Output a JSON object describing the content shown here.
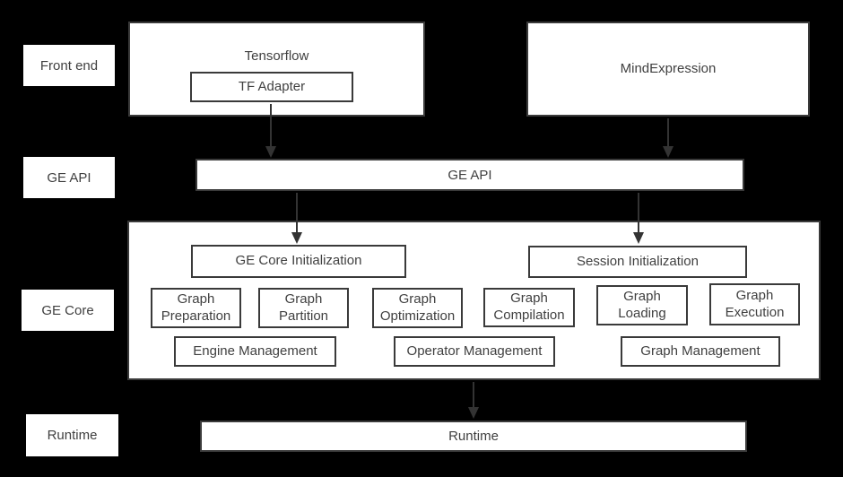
{
  "colors": {
    "background": "#000000",
    "box_fill": "#ffffff",
    "border": "#3a3a3a",
    "text": "#404040",
    "arrow": "#333333"
  },
  "side_labels": {
    "front_end": "Front end",
    "ge_api": "GE API",
    "ge_core": "GE Core",
    "runtime": "Runtime"
  },
  "front_end": {
    "tensorflow_title": "Tensorflow",
    "tf_adapter": "TF Adapter",
    "mind_expression": "MindExpression"
  },
  "ge_api_bar": {
    "label": "GE API"
  },
  "ge_core": {
    "initialization": [
      "GE Core Initialization",
      "Session Initialization"
    ],
    "functions": [
      "Graph Preparation",
      "Graph Partition",
      "Graph Optimization",
      "Graph Compilation",
      "Graph Loading",
      "Graph Execution"
    ],
    "management": [
      "Engine Management",
      "Operator Management",
      "Graph Management"
    ]
  },
  "runtime_bar": {
    "label": "Runtime"
  }
}
